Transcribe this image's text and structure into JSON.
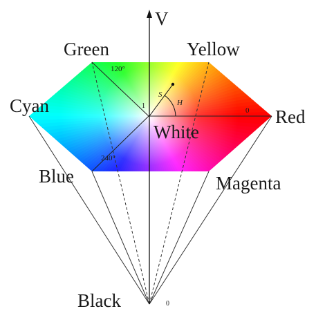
{
  "diagram": {
    "axis_label": "V",
    "vertex_labels": {
      "green": "Green",
      "yellow": "Yellow",
      "cyan": "Cyan",
      "red": "Red",
      "blue": "Blue",
      "magenta": "Magenta",
      "white": "White",
      "black": "Black"
    },
    "angle_labels": {
      "deg120": "120°",
      "deg240": "240°",
      "deg0": "0"
    },
    "small_labels": {
      "s": "S",
      "h": "H",
      "v_one": "1",
      "v_zero": "0"
    },
    "colors": {
      "red": "#ff0000",
      "yellow": "#ffff00",
      "green": "#00ff00",
      "cyan": "#00ffff",
      "blue": "#0000ff",
      "magenta": "#ff00ff",
      "white": "#ffffff"
    }
  }
}
